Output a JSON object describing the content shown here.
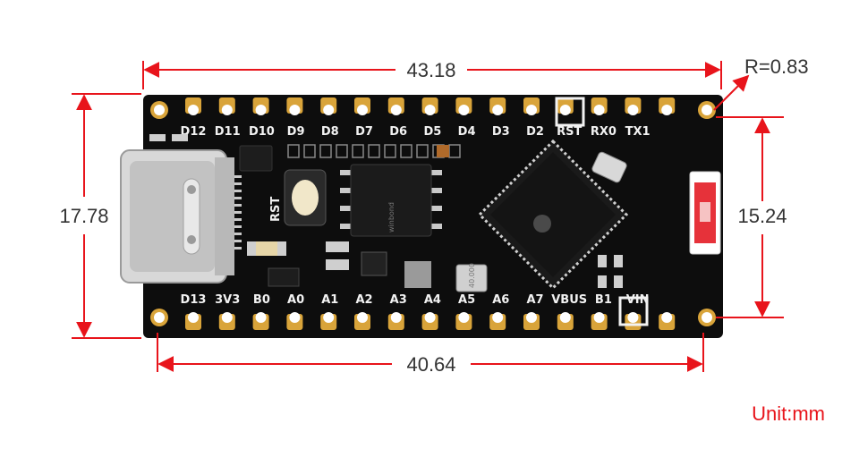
{
  "dimensions": {
    "top_width": "43.18",
    "corner_radius": "R=0.83",
    "board_height": "17.78",
    "pin_row_spacing": "15.24",
    "pin_span": "40.64",
    "unit_note": "Unit:mm"
  },
  "colors": {
    "dimension_line": "#e8141b",
    "board": "#0d0d0d",
    "pad_gold": "#d9a43a",
    "silkscreen": "#f2f2f2"
  },
  "top_pins": [
    "D12",
    "D11",
    "D10",
    "D9",
    "D8",
    "D7",
    "D6",
    "D5",
    "D4",
    "D3",
    "D2",
    "RST",
    "RX0",
    "TX1"
  ],
  "bottom_pins": [
    "D13",
    "3V3",
    "B0",
    "A0",
    "A1",
    "A2",
    "A3",
    "A4",
    "A5",
    "A6",
    "A7",
    "VBUS",
    "B1",
    "VIN"
  ],
  "board_labels": {
    "reset_button": "RST",
    "flash_chip": "winbond",
    "crystal": "40.000"
  }
}
